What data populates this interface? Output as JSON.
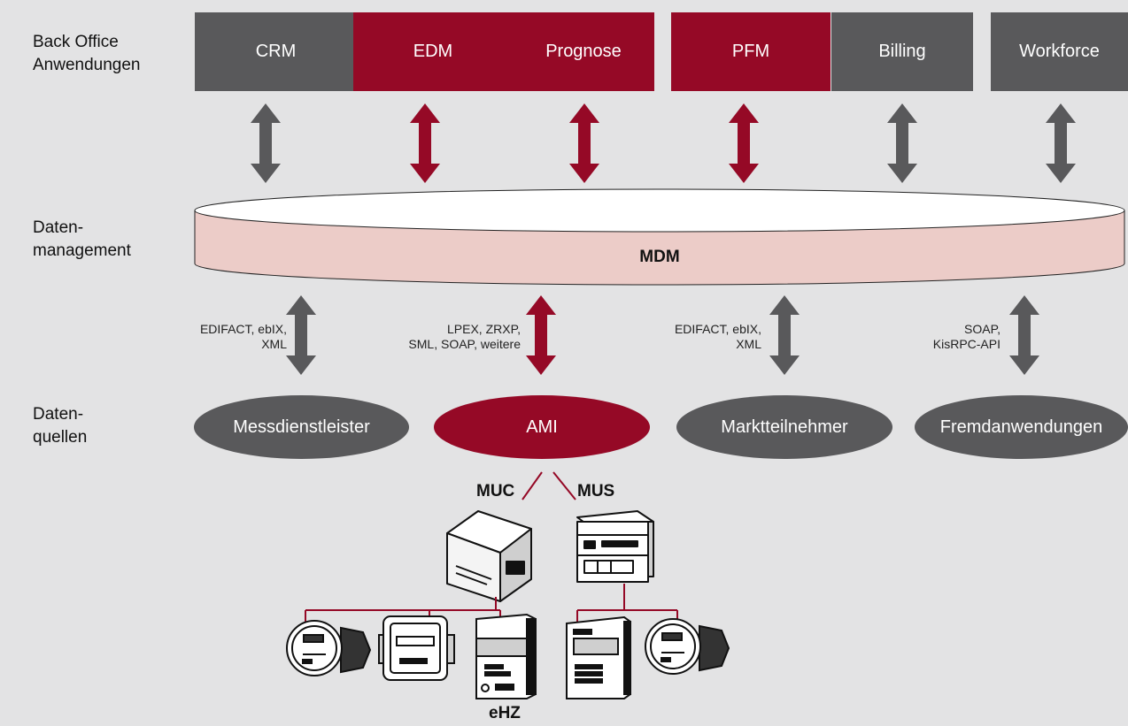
{
  "layers": {
    "back_office": "Back Office\nAnwendungen",
    "data_management": "Daten-\nmanagement",
    "data_sources": "Daten-\nquellen"
  },
  "apps": [
    {
      "label": "CRM",
      "color": "gray"
    },
    {
      "label": "EDM",
      "color": "red"
    },
    {
      "label": "Prognose",
      "color": "red"
    },
    {
      "label": "PFM",
      "color": "red"
    },
    {
      "label": "Billing",
      "color": "gray"
    },
    {
      "label": "Workforce",
      "color": "gray"
    }
  ],
  "mdm": {
    "label": "MDM"
  },
  "protocols": [
    "EDIFACT, ebIX,\nXML",
    "LPEX, ZRXP,\nSML, SOAP, weitere",
    "EDIFACT, ebIX,\nXML",
    "SOAP,\nKisRPC-API"
  ],
  "sources": [
    {
      "label": "Messdienstleister",
      "color": "gray"
    },
    {
      "label": "AMI",
      "color": "red"
    },
    {
      "label": "Marktteilnehmer",
      "color": "gray"
    },
    {
      "label": "Fremdanwendungen",
      "color": "gray"
    }
  ],
  "devices": {
    "muc": "MUC",
    "mus": "MUS",
    "ehz": "eHZ"
  },
  "colors": {
    "gray": "#59595b",
    "red": "#950926",
    "mdm_fill": "#ecccc8",
    "background": "#e3e3e4"
  }
}
